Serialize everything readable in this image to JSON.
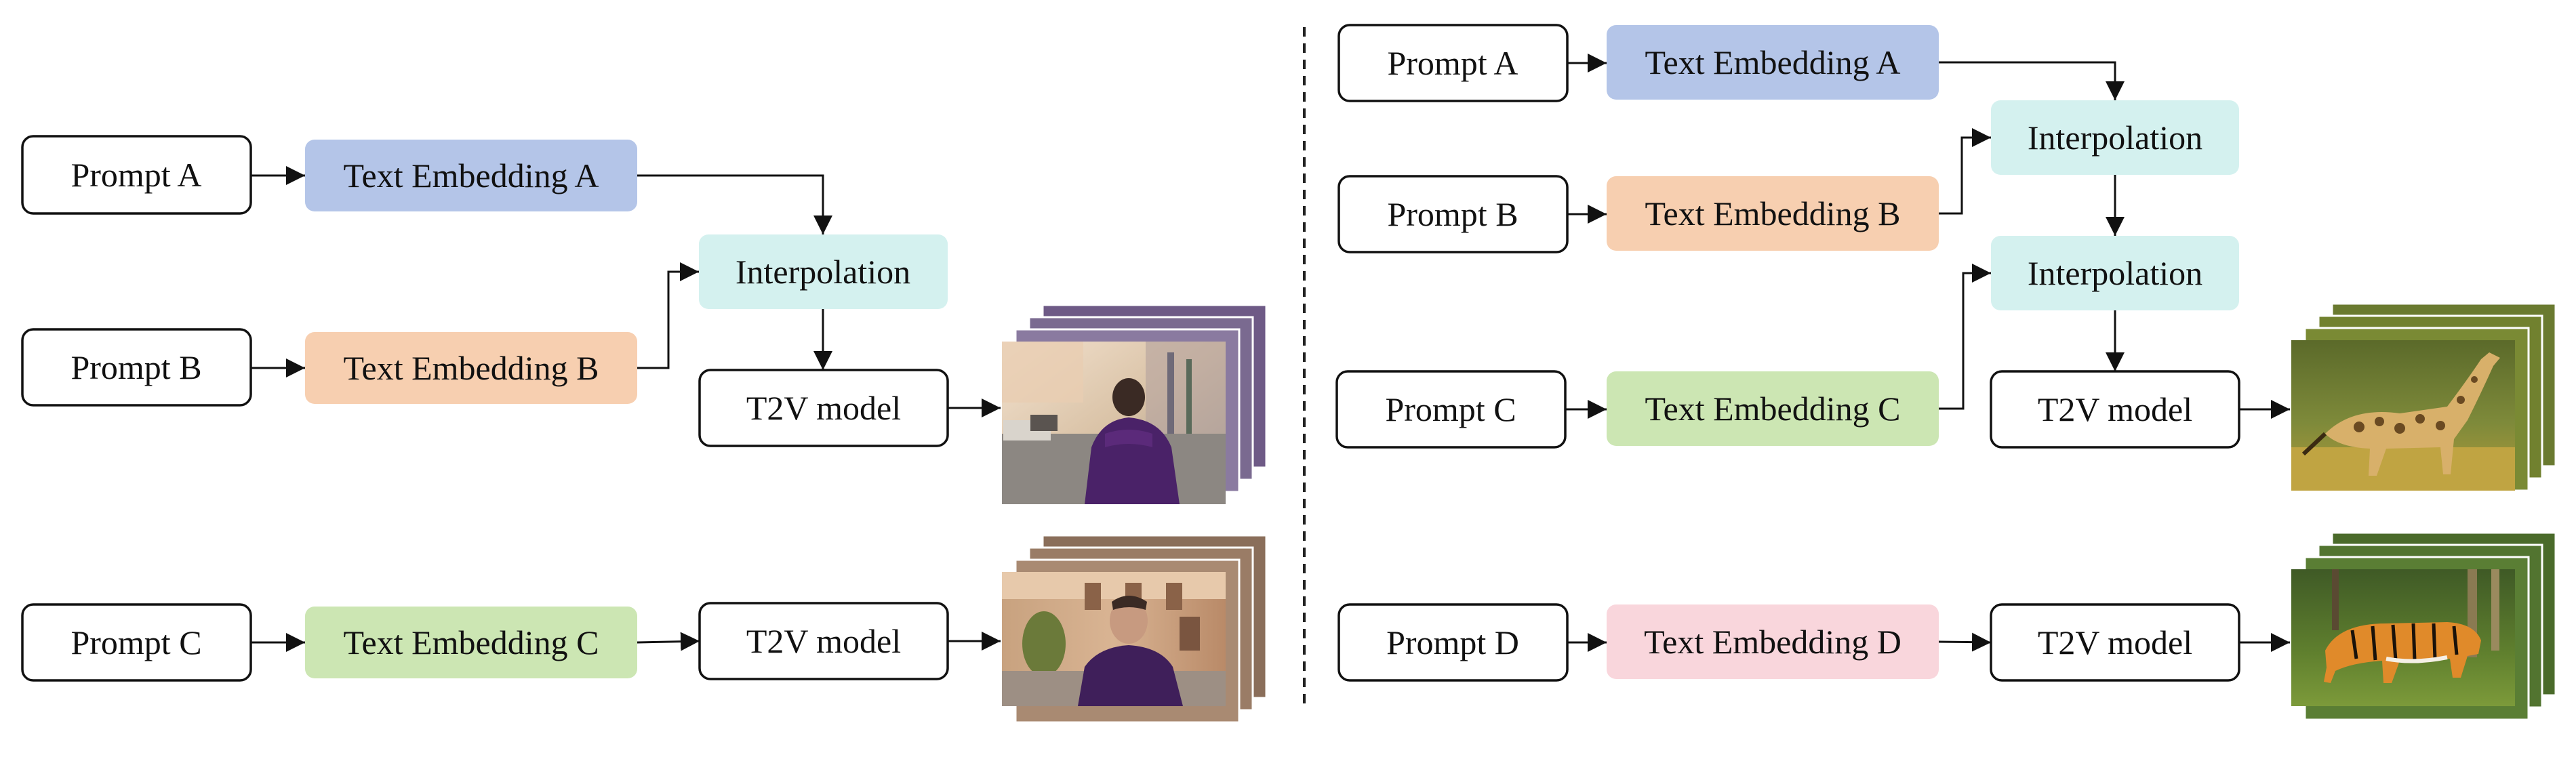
{
  "colors": {
    "prompt_fill": "#ffffff",
    "prompt_stroke": "#111111",
    "embed_a": "#b4c5e8",
    "embed_b": "#f7cfb0",
    "embed_c": "#cce6b3",
    "embed_d": "#f9d6dc",
    "interp": "#d4f1ef",
    "model_fill": "#ffffff",
    "arrow": "#111111",
    "divider": "#222222"
  },
  "left": {
    "row1": {
      "prompt": "Prompt A",
      "embedding": "Text Embedding A"
    },
    "row2": {
      "prompt": "Prompt B",
      "embedding": "Text Embedding B"
    },
    "interpolation": "Interpolation",
    "model_top": "T2V model",
    "row3": {
      "prompt": "Prompt C",
      "embedding": "Text Embedding C"
    },
    "model_bottom": "T2V model",
    "output_top_image": "video-frames-man-purple-jacket-street",
    "output_bottom_image": "video-frames-man-purple-jacket-facing-camera"
  },
  "right": {
    "row1": {
      "prompt": "Prompt A",
      "embedding": "Text Embedding A"
    },
    "row2": {
      "prompt": "Prompt B",
      "embedding": "Text Embedding B"
    },
    "interpolation_1": "Interpolation",
    "interpolation_2": "Interpolation",
    "row3": {
      "prompt": "Prompt C",
      "embedding": "Text Embedding C"
    },
    "model_top": "T2V model",
    "row4": {
      "prompt": "Prompt D",
      "embedding": "Text Embedding D"
    },
    "model_bottom": "T2V model",
    "output_top_image": "video-frames-giraffe-patterned-animal",
    "output_bottom_image": "video-frames-tiger-walking-forest"
  }
}
